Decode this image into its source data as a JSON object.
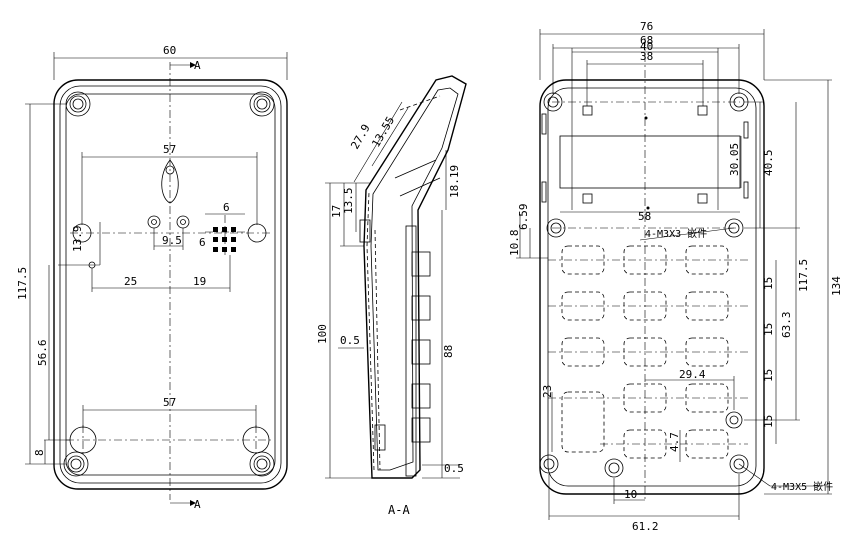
{
  "front_view": {
    "dims": {
      "top_width": "60",
      "hole_span_upper": "57",
      "hole_span_lower": "57",
      "height": "117.5",
      "small_gap": "6",
      "mid_gap": "9.5",
      "height_13_9": "13.9",
      "left_offset": "25",
      "right_offset": "19",
      "vertical_56_6": "56.6",
      "bottom_8": "8",
      "grid_6": "6"
    },
    "section_marks": {
      "top": "A",
      "bottom": "A"
    }
  },
  "section_view": {
    "title": "A-A",
    "dims": {
      "d27_9": "27.9",
      "d13_55": "13.55",
      "d17": "17",
      "d13_5": "13.5",
      "d18_19": "18.19",
      "d100": "100",
      "d0_5_left": "0.5",
      "d88": "88",
      "d0_5_bottom": "0.5"
    }
  },
  "back_view": {
    "dims": {
      "overall_width": "76",
      "d68": "68",
      "d40": "40",
      "d38": "38",
      "d30_05": "30.05",
      "d40_5": "40.5",
      "d58": "58",
      "d6_59": "6.59",
      "d10_8": "10.8",
      "d117_5": "117.5",
      "d134": "134",
      "d15_a": "15",
      "d15_b": "15",
      "d15_c": "15",
      "d15_d": "15",
      "d63_3": "63.3",
      "d23": "23",
      "d29_4": "29.4",
      "d4_7": "4.7",
      "d10": "10",
      "d61_2": "61.2"
    },
    "notes": {
      "screw_m3x3": "4-M3X3 嵌件",
      "screw_m3x5": "4-M3X5 嵌件"
    }
  }
}
